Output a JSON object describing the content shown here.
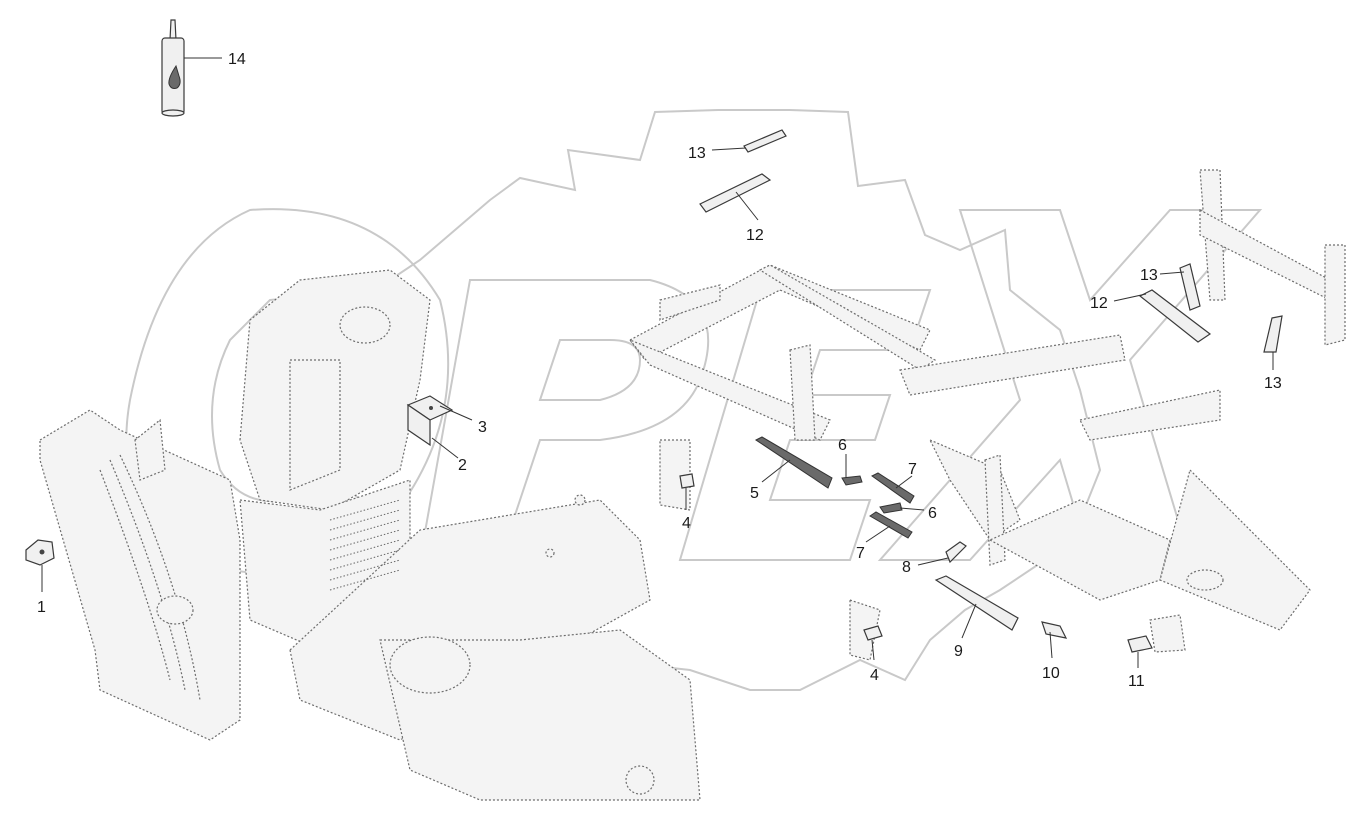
{
  "diagram": {
    "watermark": "OPEX",
    "callouts": [
      {
        "id": "c1",
        "label": "1"
      },
      {
        "id": "c2",
        "label": "2"
      },
      {
        "id": "c3",
        "label": "3"
      },
      {
        "id": "c4a",
        "label": "4"
      },
      {
        "id": "c4b",
        "label": "4"
      },
      {
        "id": "c5",
        "label": "5"
      },
      {
        "id": "c6a",
        "label": "6"
      },
      {
        "id": "c6b",
        "label": "6"
      },
      {
        "id": "c7a",
        "label": "7"
      },
      {
        "id": "c7b",
        "label": "7"
      },
      {
        "id": "c8",
        "label": "8"
      },
      {
        "id": "c9",
        "label": "9"
      },
      {
        "id": "c10",
        "label": "10"
      },
      {
        "id": "c11",
        "label": "11"
      },
      {
        "id": "c12a",
        "label": "12"
      },
      {
        "id": "c12b",
        "label": "12"
      },
      {
        "id": "c13a",
        "label": "13"
      },
      {
        "id": "c13b",
        "label": "13"
      },
      {
        "id": "c13c",
        "label": "13"
      },
      {
        "id": "c14",
        "label": "14"
      }
    ]
  }
}
